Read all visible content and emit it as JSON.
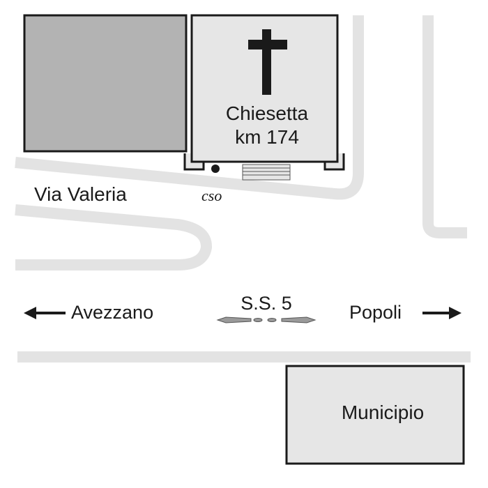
{
  "map": {
    "labels": {
      "street": "Via  Valeria",
      "church_line1": "Chiesetta",
      "church_line2": "km 174",
      "marker": "cso",
      "road": "S.S. 5",
      "west": "Avezzano",
      "east": "Popoli",
      "town_hall": "Municipio"
    },
    "colors": {
      "road": "#e3e3e3",
      "building_dark": "#b3b3b3",
      "building_light": "#e6e6e6",
      "outline": "#1a1a1a",
      "cross": "#1a1a1a"
    },
    "icons": {
      "church_symbol": "cross-icon",
      "marker_symbol": "dot-icon",
      "west_arrow": "arrow-left-icon",
      "east_arrow": "arrow-right-icon"
    }
  }
}
